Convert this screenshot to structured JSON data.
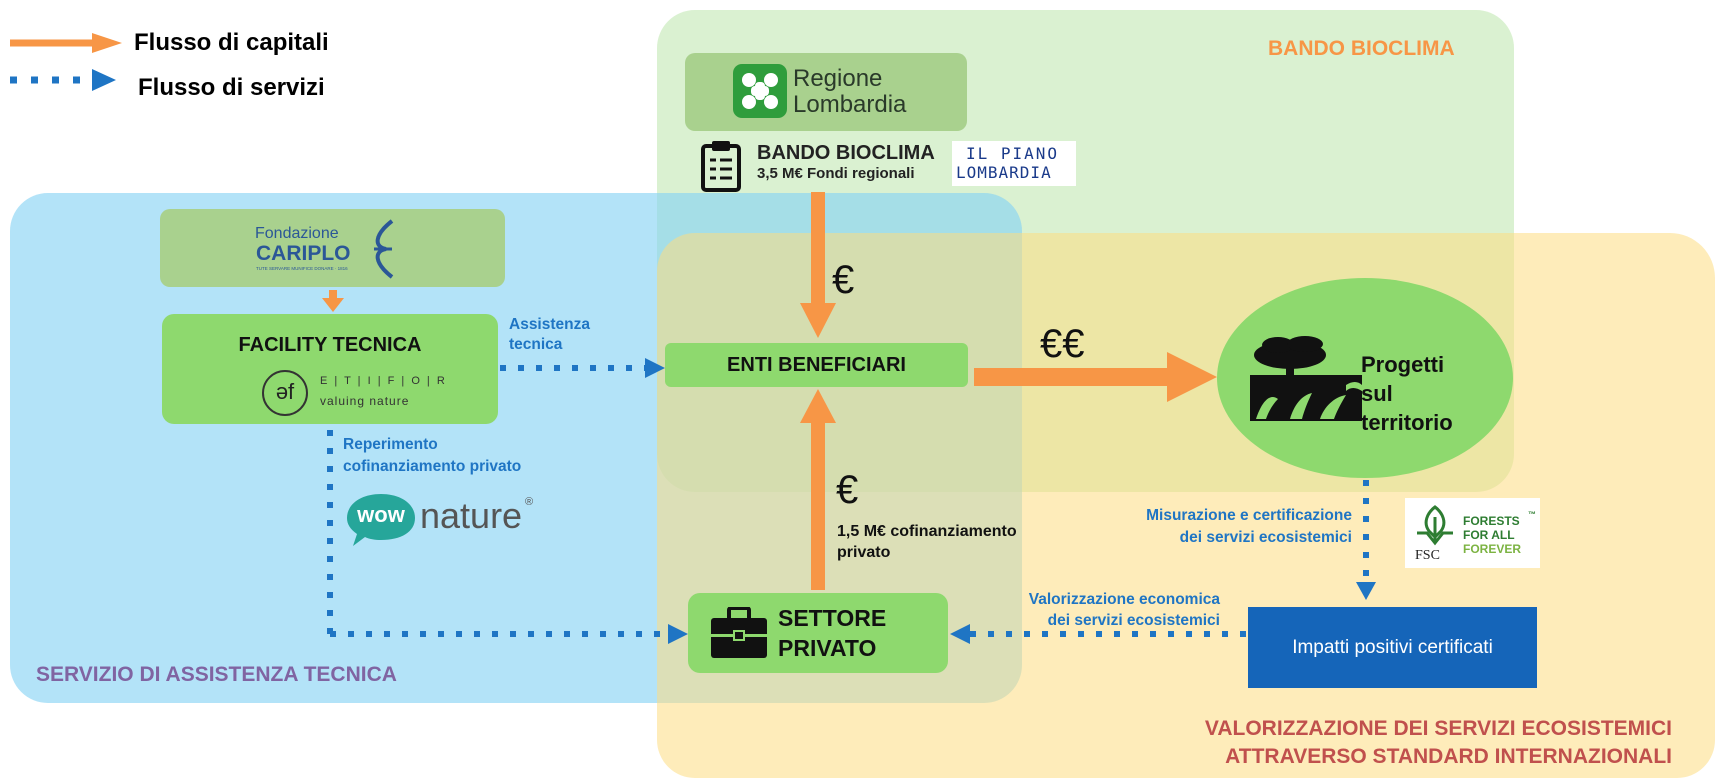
{
  "legend": {
    "capital_flow": "Flusso di capitali",
    "service_flow": "Flusso di servizi"
  },
  "zones": {
    "bando": "BANDO BIOCLIMA",
    "assist": "SERVIZIO DI ASSISTENZA TECNICA",
    "valor_line1": "VALORIZZAZIONE DEI SERVIZI ECOSISTEMICI",
    "valor_line2": "ATTRAVERSO STANDARD INTERNAZIONALI"
  },
  "regione": {
    "line1": "Regione",
    "line2": "Lombardia"
  },
  "bando": {
    "title": "BANDO BIOCLIMA",
    "funds": "3,5 M€ Fondi regionali"
  },
  "piano": {
    "line1": "IL PIANO",
    "line2": "LOMBARDIA"
  },
  "cariplo": {
    "line1": "Fondazione",
    "line2": "CARIPLO",
    "motto": "TUTE SERVARE MUNIFICE DONARE · 1816"
  },
  "facility": {
    "title": "FACILITY TECNICA",
    "etifor_brand": "E | T | I | F | O | R",
    "etifor_tag": "valuing nature",
    "etifor_mark": "əf"
  },
  "enti": {
    "title": "ENTI BENEFICIARI"
  },
  "settore": {
    "line1": "SETTORE",
    "line2": "PRIVATO"
  },
  "progetti": {
    "line1": "Progetti",
    "line2": "sul",
    "line3": "territorio"
  },
  "impatti": {
    "title": "Impatti positivi certificati"
  },
  "flows": {
    "assistenza_line1": "Assistenza",
    "assistenza_line2": "tecnica",
    "reperimento_line1": "Reperimento",
    "reperimento_line2": "cofinanziamento privato",
    "misurazione_line1": "Misurazione e certificazione",
    "misurazione_line2": "dei servizi ecosistemici",
    "valorizzazione_line1": "Valorizzazione economica",
    "valorizzazione_line2": "dei servizi ecosistemici",
    "euro_single": "€",
    "euro_double": "€€",
    "euro_private": "€",
    "cofin_line1": "1,5 M€ cofinanziamento",
    "cofin_line2": "privato"
  },
  "wow": {
    "bubble": "wow",
    "word": "nature",
    "reg": "®"
  },
  "fsc": {
    "label": "FSC",
    "line1": "FORESTS",
    "line2": "FOR ALL",
    "line3": "FOREVER",
    "tm": "™"
  },
  "colors": {
    "capital_arrow": "#f79646",
    "service_arrow": "#1f75c4",
    "box_green": "#8ed96e",
    "logo_green": "#a9d18e",
    "impatti_blue": "#1565b9",
    "bando_title": "#f79646",
    "assist_title": "#8064a2",
    "valor_title": "#c0504d"
  },
  "icons": {
    "clipboard": "clipboard-checklist-icon",
    "briefcase": "briefcase-icon",
    "forest": "forest-icon",
    "regione_logo": "regione-lombardia-logo-icon",
    "fsc_tree": "fsc-tree-icon"
  }
}
